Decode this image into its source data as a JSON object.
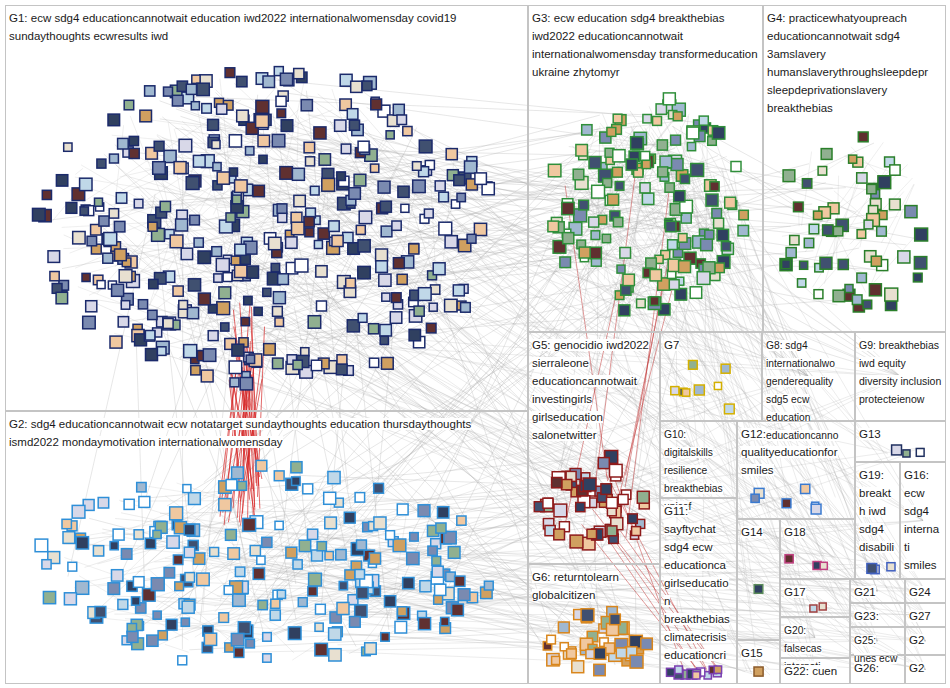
{
  "diagram": {
    "nodes": [
      {
        "text": [
          "G1: ecw sdg4 educationcannotwait education iwd2022 internationalwomensday covid19 sundaythoughts ecwresults iwd"
        ]
      },
      {
        "text": [
          "G2: sdg4 educationcannotwait ecw notatarget sundaythoughts education thursdaythoughts ismd2022 mondaymotivation internationalwomensday"
        ]
      },
      {
        "text": [
          "G3: ecw education sdg4 breakthebias iwd2022 educationcannotwait internationalwomensday transformeducation ukraine zhytomyr"
        ]
      },
      {
        "text": [
          "G4: practicewhatyoupreach educationcannotwait sdg4 3amslavery humanslaverythroughsleepdepr sleepdeprivationslavery breakthebias"
        ]
      },
      {
        "text": [
          "G5: genocidio iwd2022 sierraleone educationcannotwait investingirls girlseducation salonetwitter"
        ]
      },
      {
        "text": [
          "G6: returntolearn globalcitizen"
        ]
      },
      {
        "text": [
          "G7"
        ]
      },
      {
        "text": [
          "G8: sdg4 internationalwo genderequality sdg5 ecw education educationcanno"
        ]
      },
      {
        "text": [
          "G9: breakthebias iwd equity diversity inclusion protecteienow"
        ]
      },
      {
        "text": [
          "G10: digitalskills resilience breakthebias unicef"
        ]
      },
      {
        "text": [
          "G11: sayftychat sdg4 ecw educationca girlseducation breakthebias climatecrisis educationcri"
        ]
      },
      {
        "text": [
          "G12: qualityeducationfor smiles"
        ]
      },
      {
        "text": [
          "G13"
        ]
      },
      {
        "text": [
          "G14"
        ]
      },
      {
        "text": [
          "G15"
        ]
      },
      {
        "text": [
          "G18"
        ]
      },
      {
        "text": [
          "G19: breakth iwd sdg4 disabili"
        ]
      },
      {
        "text": [
          "G16: ecw sdg4 internati smiles"
        ]
      },
      {
        "text": [
          "G17"
        ]
      },
      {
        "text": [
          "G20: falsecas internati"
        ]
      },
      {
        "text": [
          "G22: cuen"
        ]
      },
      {
        "text": [
          "G21"
        ]
      },
      {
        "text": [
          "G24"
        ]
      },
      {
        "text": [
          "G23:"
        ]
      },
      {
        "text": [
          "G27"
        ]
      },
      {
        "text": [
          "G25: unes ecw"
        ]
      },
      {
        "text": [
          "G2"
        ]
      },
      {
        "text": [
          "G26:"
        ]
      },
      {
        "text": [
          "G2"
        ]
      }
    ]
  }
}
